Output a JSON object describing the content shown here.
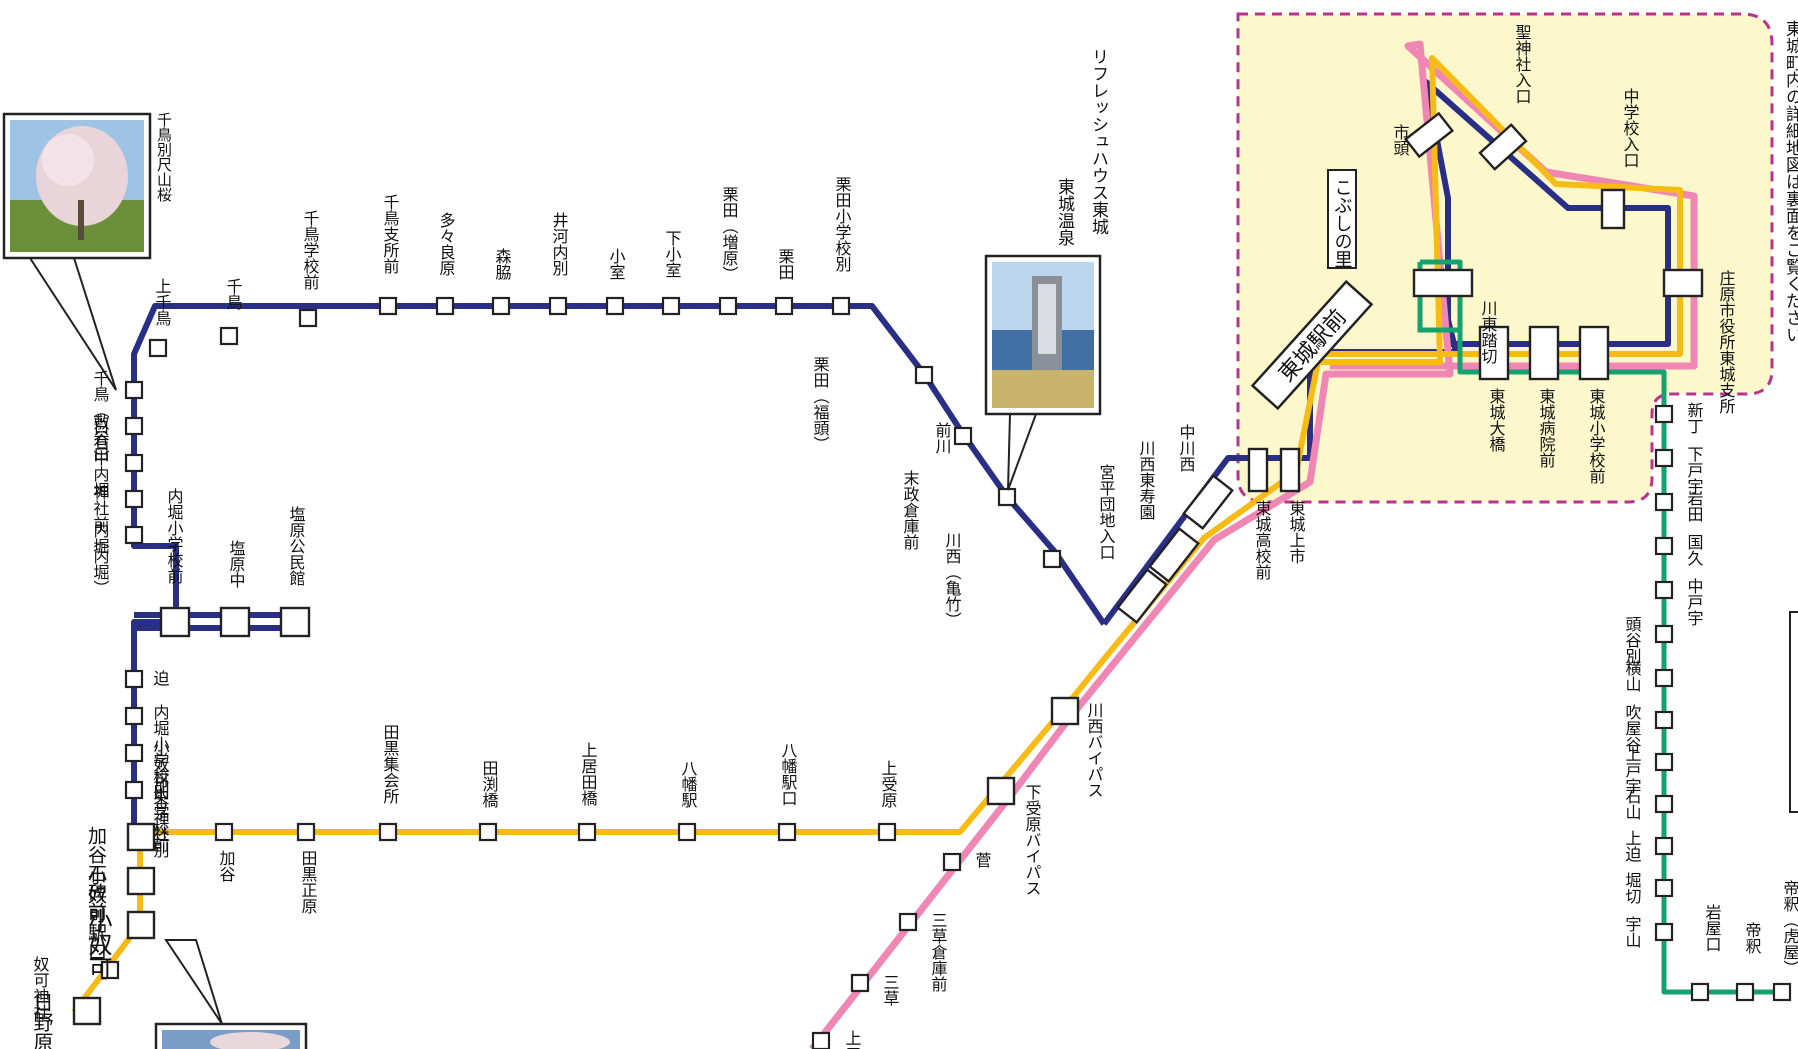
{
  "colors": {
    "navy": "#2a2f86",
    "yellow": "#f7bb15",
    "pink": "#ef86b4",
    "green": "#15a26f",
    "zone_fill": "#fdf8cc",
    "zone_border": "#b7338f"
  },
  "lines": {
    "navy": {
      "west_branch": [
        "上千鳥",
        "千鳥",
        "千鳥学校前",
        "千鳥支所前",
        "多々良原",
        "森脇",
        "井河内別",
        "小室",
        "下小室",
        "栗田（増原）",
        "栗田",
        "栗田小学校別",
        "栗田（福頭）",
        "前川",
        "末政倉庫前",
        "川西（亀竹）"
      ],
      "north_column": [
        "千鳥（白石）",
        "敷谷口",
        "中内堀",
        "神社前（内堀）",
        "内堀"
      ],
      "spur": [
        "内堀小学校前",
        "塩原中",
        "塩原公民館"
      ],
      "south_column": [
        "迫",
        "内堀小学校別",
        "小奴可中学校前",
        "加谷神社別"
      ]
    },
    "yellow": {
      "trunk": [
        "加谷",
        "田黒正原",
        "田黒集会所",
        "田渕橋",
        "上居田橋",
        "八幡駅",
        "八幡駅口",
        "上受原"
      ],
      "south": [
        "奴可神社",
        "日野原"
      ]
    },
    "pink": {
      "south": [
        "菅",
        "三草倉庫前",
        "三草",
        "上三草"
      ]
    },
    "green": {
      "east": [
        "新丁",
        "下戸宇",
        "岩田",
        "国久",
        "中戸宇",
        "頭谷別",
        "横山",
        "吹屋谷",
        "上戸宇",
        "石山",
        "上迫",
        "堀切",
        "宇山",
        "岩屋口",
        "帝釈",
        "帝釈（虎屋）"
      ]
    }
  },
  "major_stops": {
    "kagaya_sekihi": "加谷石碑前",
    "onuka_eki": "小奴可駅口",
    "onuka": "小奴可",
    "kawanishi_bypass": "川西バイパス",
    "shimoukebara_bypass": "下受原バイパス",
    "miyahira": "宮平団地入口",
    "kawanishi_higashi": "川西東寿園",
    "nakagawanishi": "中川西",
    "tojo_koko": "東城高校前",
    "tojo_kamiichi": "東城上市"
  },
  "zone": {
    "station": "東城駅前",
    "kobushi": "こぶしの里",
    "stops": [
      "市頭",
      "聖神社入口",
      "中学校入口",
      "川東踏切",
      "庄原市役所東城支所",
      "東城大橋",
      "東城病院前",
      "東城小学校前"
    ],
    "note": "東城町内の詳細地図は裏面をご覧ください"
  },
  "callouts": {
    "cherry": "千鳥別尺山桜",
    "onsen_1": "東城温泉",
    "onsen_2": "リフレッシュハウス東城"
  },
  "icons": [
    "cherry-blossom-photo",
    "onsen-building-photo",
    "landscape-photo"
  ]
}
